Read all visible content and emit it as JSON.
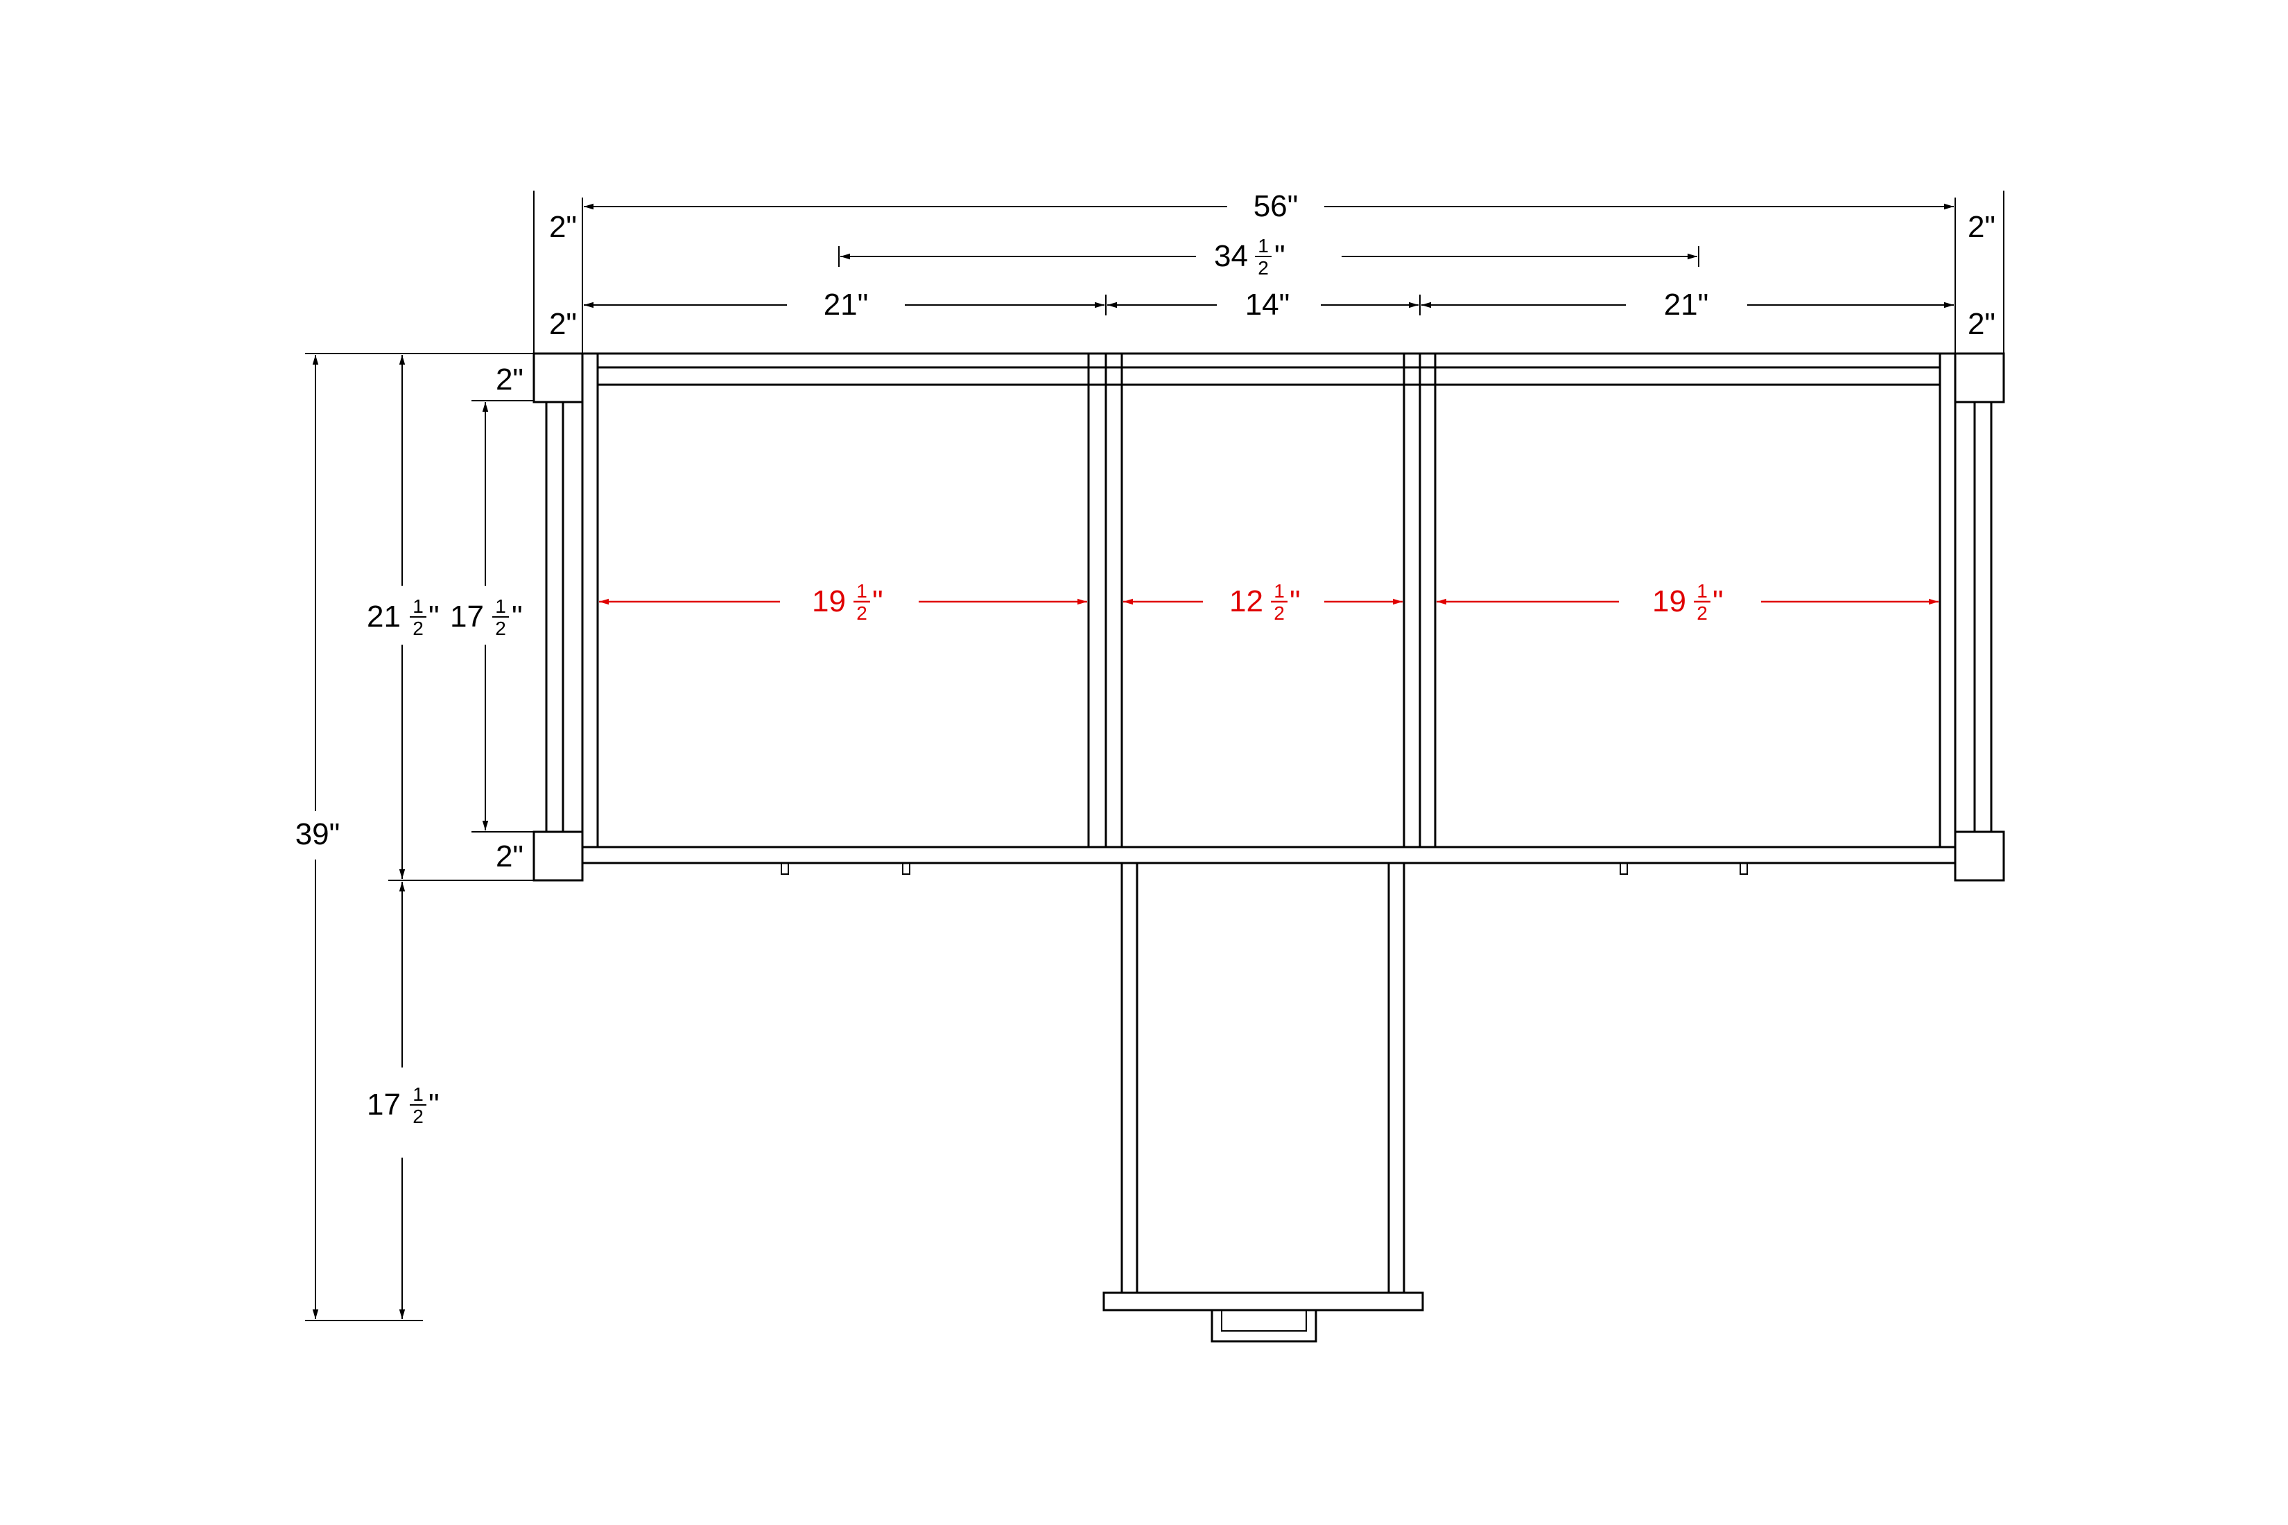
{
  "colors": {
    "line": "#000000",
    "interior_dimension": "#e00000",
    "background": "#ffffff"
  },
  "dimensions": {
    "overall_width": {
      "whole": "56",
      "frac": "",
      "unit": "\""
    },
    "rail_span": {
      "whole": "34",
      "frac": "1/2",
      "unit": "\""
    },
    "left_bay": {
      "whole": "21",
      "frac": "",
      "unit": "\""
    },
    "center_bay": {
      "whole": "14",
      "frac": "",
      "unit": "\""
    },
    "right_bay": {
      "whole": "21",
      "frac": "",
      "unit": "\""
    },
    "top_left_post_a": {
      "whole": "2",
      "frac": "",
      "unit": "\""
    },
    "top_left_post_b": {
      "whole": "2",
      "frac": "",
      "unit": "\""
    },
    "top_right_post_a": {
      "whole": "2",
      "frac": "",
      "unit": "\""
    },
    "top_right_post_b": {
      "whole": "2",
      "frac": "",
      "unit": "\""
    },
    "side_top_post": {
      "whole": "2",
      "frac": "",
      "unit": "\""
    },
    "side_bottom_post": {
      "whole": "2",
      "frac": "",
      "unit": "\""
    },
    "overall_depth": {
      "whole": "39",
      "frac": "",
      "unit": "\""
    },
    "upper_depth": {
      "whole": "21",
      "frac": "1/2",
      "unit": "\""
    },
    "inner_depth": {
      "whole": "17",
      "frac": "1/2",
      "unit": "\""
    },
    "lower_depth": {
      "whole": "17",
      "frac": "1/2",
      "unit": "\""
    },
    "interior_left": {
      "whole": "19",
      "frac": "1/2",
      "unit": "\""
    },
    "interior_center": {
      "whole": "12",
      "frac": "1/2",
      "unit": "\""
    },
    "interior_right": {
      "whole": "19",
      "frac": "1/2",
      "unit": "\""
    }
  }
}
